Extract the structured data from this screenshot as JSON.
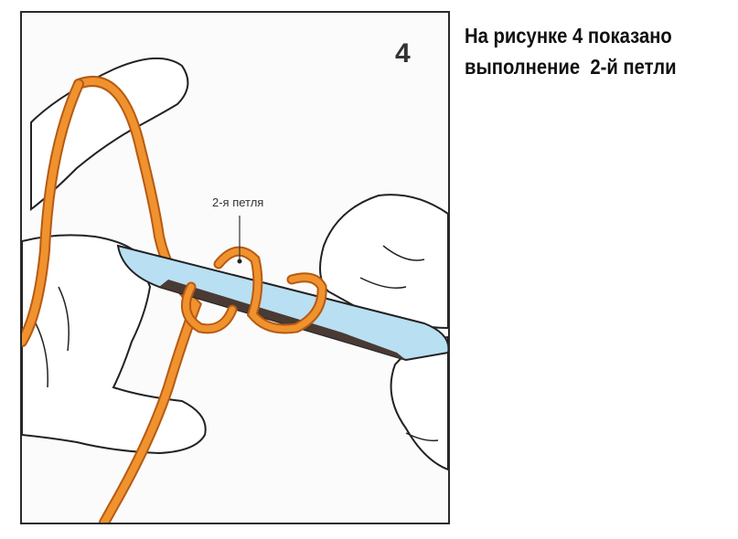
{
  "figure": {
    "number": "4",
    "loop_label": "2-я петля"
  },
  "caption": {
    "line1": "На рисунке 4 показано",
    "line2": "выполнение  2-й петли"
  },
  "colors": {
    "yarn": "#f0922e",
    "yarn_outline": "#b65a14",
    "needle": "#b9dff2",
    "needle_shadow": "#4a3a34",
    "outline": "#222222",
    "frame": "#2a2a2a"
  },
  "icons": [
    "hand-drawing",
    "knitting-needle",
    "yarn-strand"
  ]
}
